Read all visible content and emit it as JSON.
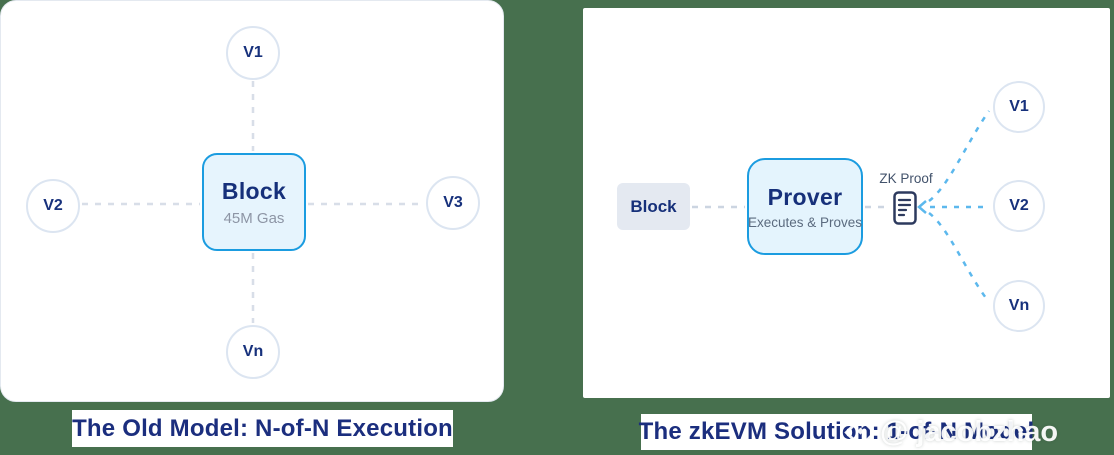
{
  "panels": {
    "old_model": {
      "caption": "The Old Model: N-of-N Execution",
      "block": {
        "title": "Block",
        "subtitle": "45M Gas"
      },
      "validators": [
        "V1",
        "V2",
        "V3",
        "Vn"
      ]
    },
    "zkevm": {
      "caption": "The zkEVM Solution: 1-of-N Model",
      "block_label": "Block",
      "prover": {
        "title": "Prover",
        "subtitle": "Executes & Proves"
      },
      "proof_label": "ZK Proof",
      "validators": [
        "V1",
        "V2",
        "Vn"
      ]
    }
  },
  "watermark": {
    "text": "@ jacobzhao",
    "logo": "diamond-icon"
  },
  "colors": {
    "background": "#47704e",
    "card": "#ffffff",
    "accent_border": "#1b9ce0",
    "accent_fill": "#e6f4fd",
    "gray_fill": "#e4e9f1",
    "navy_text": "#16307a",
    "caption_text": "#1b2e7e",
    "muted_text": "#8d95a5",
    "gray_dash": "#d8dee8",
    "blue_dash": "#5cb8ed",
    "circle_border": "#dce5f1"
  }
}
